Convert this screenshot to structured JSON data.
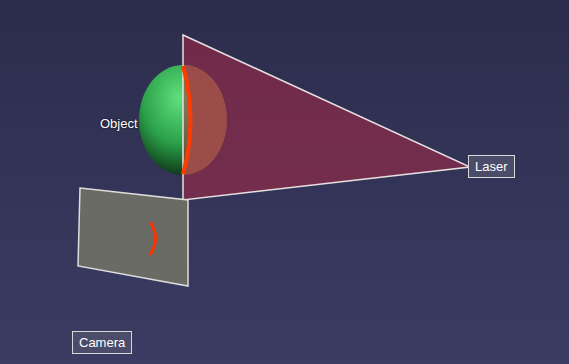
{
  "diagram": {
    "nodes": [
      {
        "text": [
          "Laser"
        ]
      },
      {
        "text": [
          "Camera"
        ]
      }
    ],
    "labels": [
      "Object"
    ]
  }
}
